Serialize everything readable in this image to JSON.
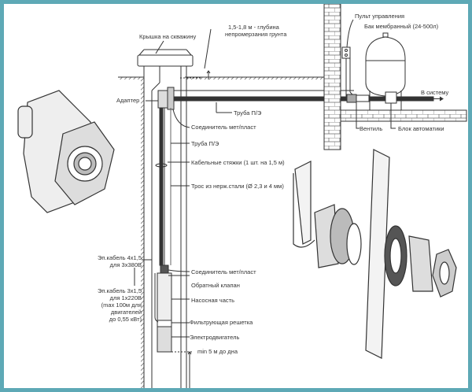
{
  "labels": {
    "well_cap": "Крышка на скважину",
    "depth_1": "1,5-1,8 м - глубина",
    "depth_2": "непромерзания грунта",
    "control_panel": "Пульт управления",
    "tank": "Бак мембранный (24-500л)",
    "adapter": "Адаптер",
    "pe_pipe_top": "Труба П/Э",
    "to_system": "В систему",
    "connector_top": "Соединитель мет/пласт",
    "valve": "Вентиль",
    "automation": "Блок автоматики",
    "pe_pipe": "Труба П/Э",
    "cable_ties": "Кабельные стяжки (1 шт. на 1,5 м)",
    "cable_rope": "Трос из нерж.стали (Ø 2,3 и 4 мм)",
    "cable4_1": "Эп.кабель 4х1,5",
    "cable4_2": "для 3х380В",
    "cable3_1": "Эп.кабель 3х1,5",
    "cable3_2": "для 1х220В",
    "cable3_3": "(max 100м для",
    "cable3_4": "двигателей",
    "cable3_5": "до 0,55 кВт)",
    "connector_bottom": "Соединитель мет/пласт",
    "check_valve": "Обратный клапан",
    "pump_part": "Насосная часть",
    "filter": "Фильтрующая решетка",
    "motor": "Электродвигатель",
    "min_bottom": "min 5 м до дна"
  },
  "colors": {
    "frame": "#5ea9b6",
    "line": "#333333"
  }
}
